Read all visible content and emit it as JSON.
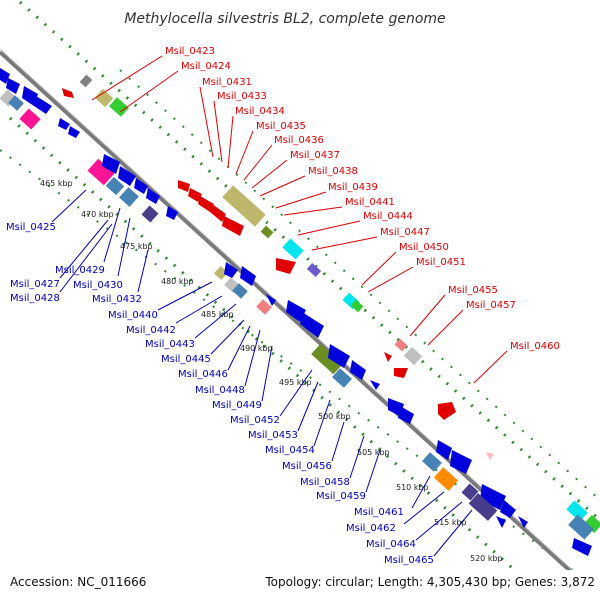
{
  "title": "Methylocella silvestris BL2, complete genome",
  "footer": {
    "accession": "Accession: NC_011666",
    "topology": "Topology: circular; Length: 4,305,430 bp; Genes: 3,872"
  },
  "colors": {
    "forward_label": "#e00000",
    "reverse_label": "#0000bb",
    "backbone": "#808080",
    "dotted_track": "#2e8b2e"
  },
  "kbp_ticks": [
    "465 kbp",
    "470 kbp",
    "475 kbp",
    "480 kbp",
    "485 kbp",
    "490 kbp",
    "495 kbp",
    "500 kbp",
    "505 kbp",
    "510 kbp",
    "515 kbp",
    "520 kbp"
  ],
  "top_labels": [
    "Msil_0423",
    "Msil_0424",
    "Msil_0431",
    "Msil_0433",
    "Msil_0434",
    "Msil_0435",
    "Msil_0436",
    "Msil_0437",
    "Msil_0438",
    "Msil_0439",
    "Msil_0441",
    "Msil_0444",
    "Msil_0447",
    "Msil_0450",
    "Msil_0451",
    "Msil_0455",
    "Msil_0457",
    "Msil_0460"
  ],
  "bottom_labels": [
    "Msil_0425",
    "Msil_0429",
    "Msil_0427",
    "Msil_0430",
    "Msil_0428",
    "Msil_0432",
    "Msil_0440",
    "Msil_0442",
    "Msil_0443",
    "Msil_0445",
    "Msil_0446",
    "Msil_0448",
    "Msil_0449",
    "Msil_0452",
    "Msil_0453",
    "Msil_0454",
    "Msil_0456",
    "Msil_0458",
    "Msil_0459",
    "Msil_0461",
    "Msil_0462",
    "Msil_0464",
    "Msil_0465"
  ]
}
